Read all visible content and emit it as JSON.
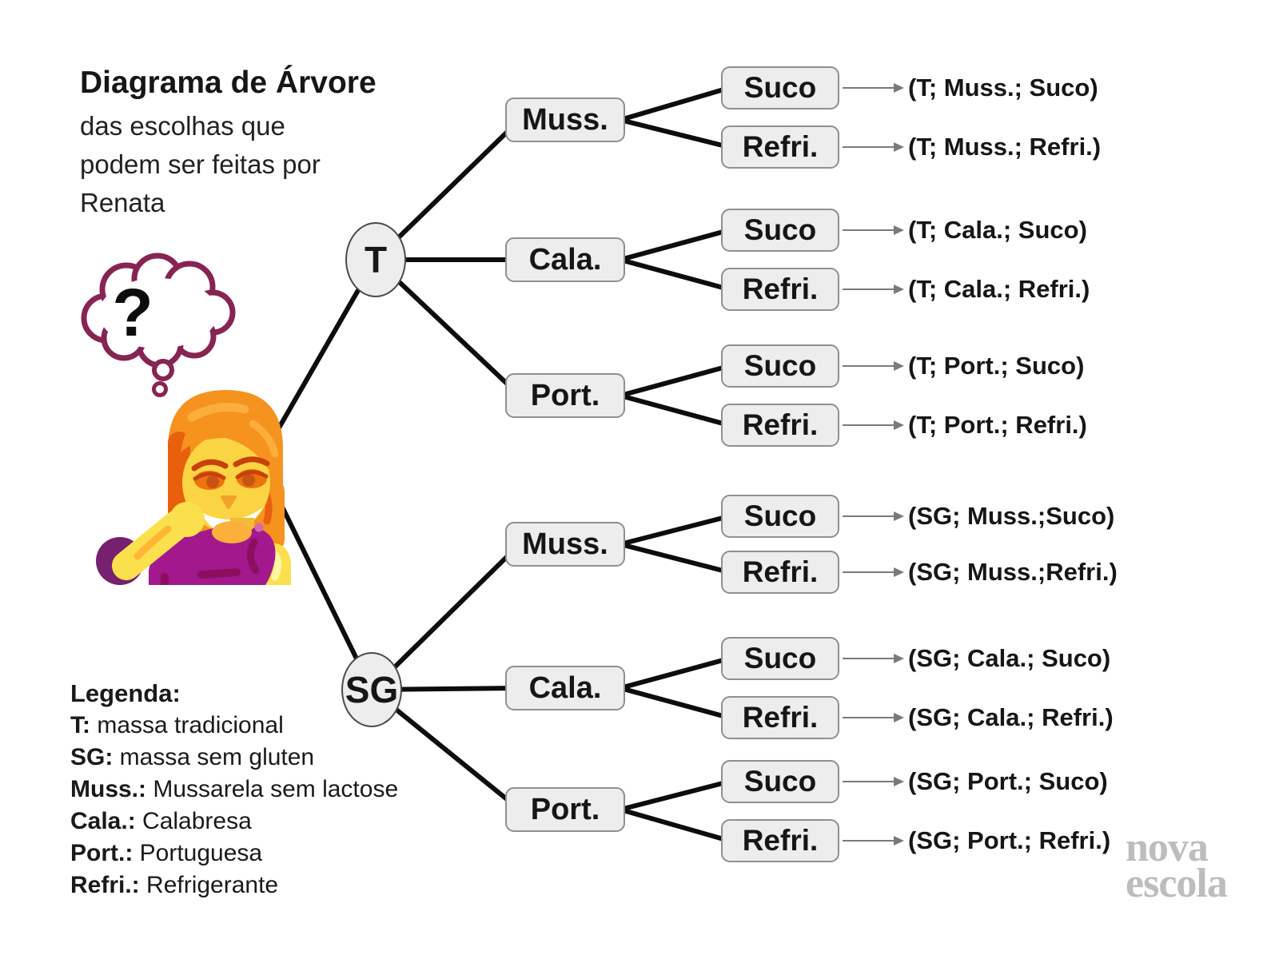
{
  "title": {
    "heading": "Diagrama de Árvore",
    "subtitle_lines": [
      "das escolhas que",
      "podem ser feitas por",
      "Renata"
    ]
  },
  "tree": {
    "root_nodes": [
      {
        "label": "T"
      },
      {
        "label": "SG"
      }
    ],
    "branches": [
      {
        "parent": "T",
        "label": "Muss."
      },
      {
        "parent": "T",
        "label": "Cala."
      },
      {
        "parent": "T",
        "label": "Port."
      },
      {
        "parent": "SG",
        "label": "Muss."
      },
      {
        "parent": "SG",
        "label": "Cala."
      },
      {
        "parent": "SG",
        "label": "Port."
      }
    ],
    "leaves": [
      {
        "label": "Suco"
      },
      {
        "label": "Refri."
      },
      {
        "label": "Suco"
      },
      {
        "label": "Refri."
      },
      {
        "label": "Suco"
      },
      {
        "label": "Refri."
      },
      {
        "label": "Suco"
      },
      {
        "label": "Refri."
      },
      {
        "label": "Suco"
      },
      {
        "label": "Refri."
      },
      {
        "label": "Suco"
      },
      {
        "label": "Refri."
      }
    ],
    "outcomes": [
      {
        "label": "(T; Muss.; Suco)"
      },
      {
        "label": "(T; Muss.; Refri.)"
      },
      {
        "label": "(T; Cala.; Suco)"
      },
      {
        "label": "(T; Cala.; Refri.)"
      },
      {
        "label": "(T; Port.; Suco)"
      },
      {
        "label": "(T; Port.; Refri.)"
      },
      {
        "label": "(SG; Muss.;Suco)"
      },
      {
        "label": "(SG; Muss.;Refri.)"
      },
      {
        "label": "(SG; Cala.; Suco)"
      },
      {
        "label": "(SG; Cala.; Refri.)"
      },
      {
        "label": "(SG; Port.; Suco)"
      },
      {
        "label": "(SG; Port.; Refri.)"
      }
    ]
  },
  "legend": {
    "heading": "Legenda:",
    "items": [
      {
        "term": "T:",
        "definition": " massa tradicional"
      },
      {
        "term": "SG:",
        "definition": " massa sem gluten"
      },
      {
        "term": "Muss.:",
        "definition": " Mussarela sem lactose"
      },
      {
        "term": "Cala.:",
        "definition": " Calabresa"
      },
      {
        "term": "Port.:",
        "definition": " Portuguesa"
      },
      {
        "term": "Refri.:",
        "definition": " Refrigerante"
      }
    ]
  },
  "watermark": {
    "line1": "nova",
    "line2": "escola"
  },
  "illustration": {
    "thought_text": "?"
  },
  "colors": {
    "edge": "#0d0d0d",
    "node_fill": "#ededed",
    "node_border": "#8f8f8f",
    "arrow": "#7a7a7a",
    "watermark": "#bdbdbd",
    "bubble_outline": "#872453",
    "hair": "#F6921E",
    "skin": "#FBD443",
    "shirt": "#A3188C"
  }
}
